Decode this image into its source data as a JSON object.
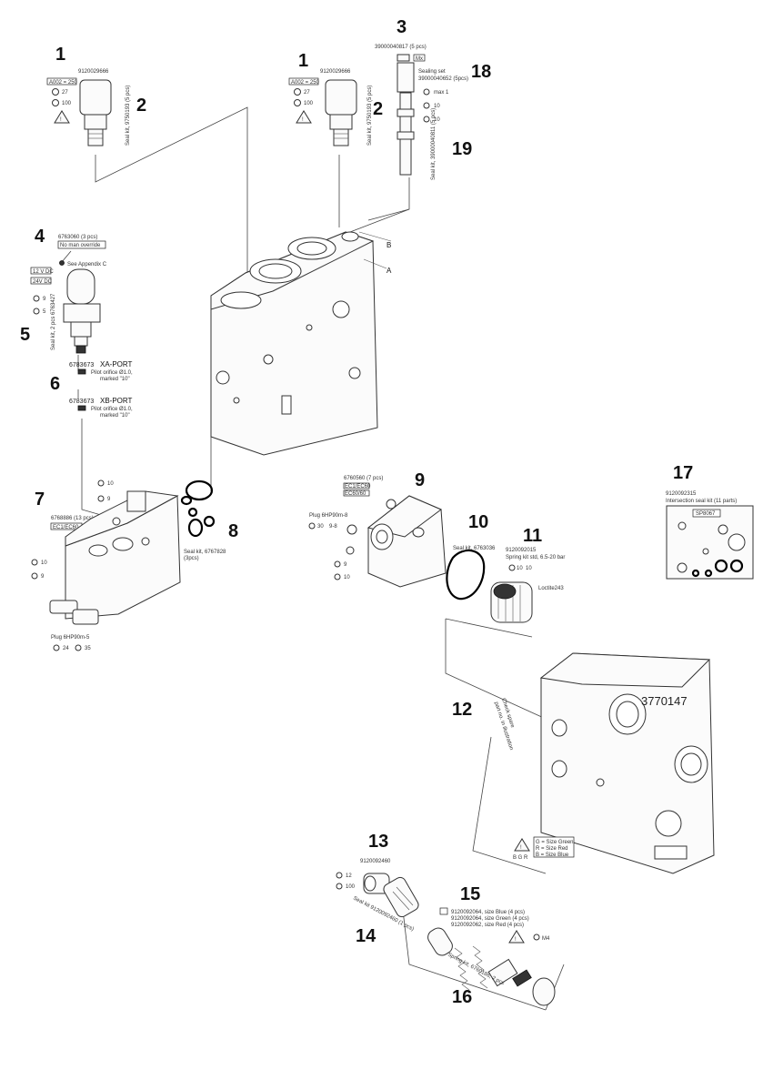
{
  "callouts": {
    "n1a": "1",
    "n1b": "1",
    "n2a": "2",
    "n2b": "2",
    "n3": "3",
    "n4": "4",
    "n5": "5",
    "n6": "6",
    "n7": "7",
    "n8": "8",
    "n9": "9",
    "n10": "10",
    "n11": "11",
    "n12": "12",
    "n13": "13",
    "n14": "14",
    "n15": "15",
    "n16": "16",
    "n17": "17",
    "n18": "18",
    "n19": "19"
  },
  "labels": {
    "p1a_code": "9120029666",
    "p1a_tag": "A002 = 250",
    "p1a_t1": "27",
    "p1a_t2": "100",
    "p1b_code": "9120029666",
    "p1b_tag": "A002 = 250",
    "p1b_t1": "27",
    "p1b_t2": "100",
    "seal2": "Seal kit, 9750193 (5 pcs)",
    "p3_code": "39000040817 (5 pcs)",
    "p3_tag": "Mx",
    "seal_set": "Sealing set",
    "seal_set_code": "39000040652 (5pcs)",
    "tq_max": "max 1",
    "tq_10a": "10",
    "tq_10b": "10",
    "seal19": "Seal kit, 39000040811 (5 pcs)",
    "p4_code": "6763060 (3 pcs)",
    "p4_tag": "No man override",
    "p4_note": "See Appendix C",
    "coil_a": "12 V DC",
    "coil_b": "24V DC",
    "t5a": "9",
    "t5b": "5",
    "seal5": "Seal kit, 2 pcs 6763427",
    "p6a_code": "6783673",
    "p6a_port": "XA-PORT",
    "p6a_note1": "Pilot orifice Ø1.0,",
    "p6a_note2": "marked \"10\"",
    "p6b_code": "6783673",
    "p6b_port": "XB-PORT",
    "p6b_note1": "Pilot orifice Ø1.0,",
    "p6b_note2": "marked \"10\"",
    "p7_code": "6768886 (13 pcs)",
    "p7_tag": "EC1/EC60",
    "t7a": "10",
    "t7b": "9",
    "t7c": "10",
    "t7d": "9",
    "plug7": "Plug 6HP90m-5",
    "t7e": "24",
    "t7f": "35",
    "seal8a": "Seal kit, 6767828",
    "seal8b": "(3pcs)",
    "p9_code": "6760560 (7 pcs)",
    "p9_tag1": "EC1/EC60",
    "p9_tag2": "EC60/60",
    "plug9": "Plug 6HP90m-8",
    "t9a": "30",
    "t9b": "9-8",
    "t9c": "9",
    "t9d": "10",
    "seal10": "Seal kit, 6763036",
    "p11_code": "9120092015",
    "p11_desc": "Spring kit std, 6.5-20 bar",
    "t11": "10",
    "t11b": "10",
    "loctite": "Loctite243",
    "p12_note1": "Check spare",
    "p12_note2": "part no. in illustration",
    "serial": "3770147",
    "size_g": "G = Size Green",
    "size_r": "R = Size Red",
    "size_b": "B = Size Blue",
    "brg": "B  G  R",
    "p13_code": "9120092460",
    "t13a": "12",
    "t13b": "100",
    "seal14": "Seal kit 9120092460 (1 pcs)",
    "p15_a": "9120092064, size Blue (4 pcs)",
    "p15_b": "9120092064, size Green (4 pcs)",
    "p15_c": "9120092062, size Red (4 pcs)",
    "t15": "M4",
    "spring16": "Spring kit, 6760186, 2 pcs",
    "p17_code": "9120092315",
    "p17_desc": "Intersection seal kit (11 parts)",
    "p17_tag": "SP8067",
    "port_a": "A",
    "port_b": "B"
  }
}
